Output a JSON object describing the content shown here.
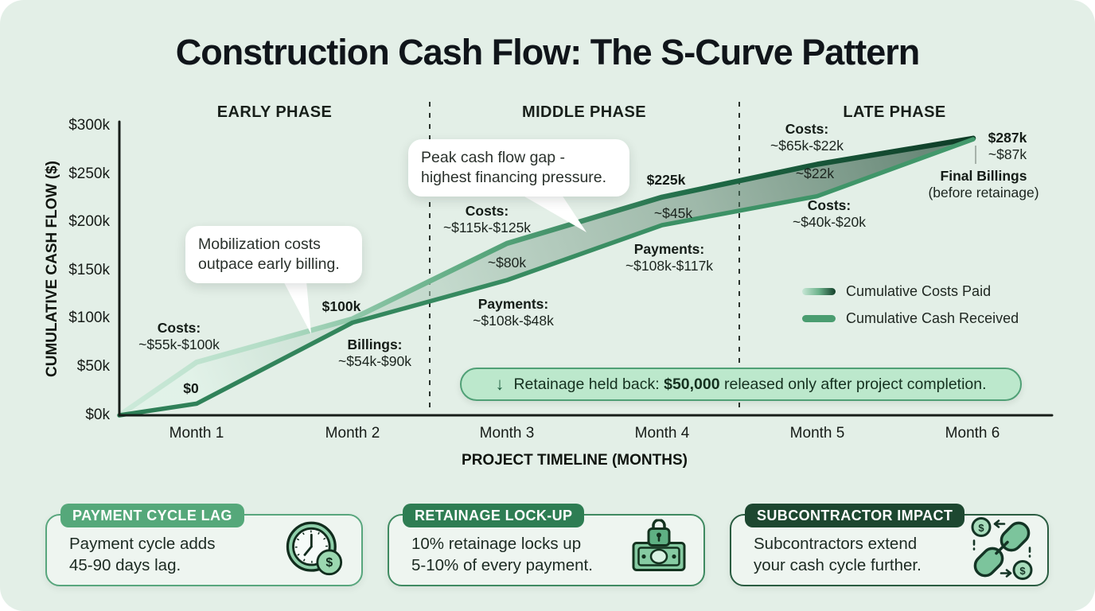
{
  "title": "Construction Cash Flow: The S-Curve Pattern",
  "chart": {
    "phases": [
      "EARLY PHASE",
      "MIDDLE PHASE",
      "LATE PHASE"
    ],
    "y_axis": {
      "label": "CUMULATIVE CASH FLOW ($)",
      "ticks": [
        "$300k",
        "$250k",
        "$200k",
        "$150k",
        "$100k",
        "$50k",
        "$0k"
      ]
    },
    "x_axis": {
      "label": "PROJECT TIMELINE (MONTHS)",
      "months": [
        "Month 1",
        "Month 2",
        "Month 3",
        "Month 4",
        "Month 5",
        "Month 6"
      ]
    },
    "legend": [
      {
        "label": "Cumulative Costs Paid"
      },
      {
        "label": "Cumulative Cash Received"
      }
    ],
    "callouts": [
      {
        "text": "Mobilization costs\noutpace early billing."
      },
      {
        "text": "Peak cash flow gap -\nhighest financing pressure."
      }
    ],
    "annotations": [
      {
        "b": "Costs:",
        "t": "~$55k-$100k"
      },
      {
        "b": "$0",
        "t": ""
      },
      {
        "b": "$100k",
        "t": ""
      },
      {
        "b": "Billings:",
        "t": "~$54k-$90k"
      },
      {
        "b": "Costs:",
        "t": "~$115k-$125k"
      },
      {
        "b": "",
        "t": "~$80k"
      },
      {
        "b": "Payments:",
        "t": "~$108k-$48k"
      },
      {
        "b": "$225k",
        "t": ""
      },
      {
        "b": "",
        "t": "~$45k"
      },
      {
        "b": "Payments:",
        "t": "~$108k-$117k"
      },
      {
        "b": "Costs:",
        "t": "~$65k-$22k"
      },
      {
        "b": "",
        "t": "~$22k"
      },
      {
        "b": "Costs:",
        "t": "~$40k-$20k"
      },
      {
        "b": "$287k",
        "t": "~$87k"
      },
      {
        "b": "Final Billings",
        "t": "(before retainage)"
      }
    ],
    "banner": {
      "arrow": "↓",
      "text": "Retainage held back: ",
      "amount": "$50,000",
      "suffix": " released only after project completion."
    }
  },
  "chart_data": {
    "type": "area",
    "title": "Construction Cash Flow: The S-Curve Pattern",
    "xlabel": "PROJECT TIMELINE (MONTHS)",
    "ylabel": "CUMULATIVE CASH FLOW ($)",
    "x": [
      0,
      1,
      2,
      3,
      4,
      5,
      6
    ],
    "x_tick_labels": [
      "Month 1",
      "Month 2",
      "Month 3",
      "Month 4",
      "Month 5",
      "Month 6"
    ],
    "ylim": [
      0,
      300
    ],
    "y_unit": "$k",
    "grid": false,
    "legend_position": "right",
    "series": [
      {
        "name": "Cumulative Costs Paid",
        "values_k": [
          0,
          55,
          100,
          178,
          226,
          260,
          287
        ]
      },
      {
        "name": "Cumulative Cash Received",
        "values_k": [
          0,
          12,
          96,
          140,
          197,
          227,
          286
        ]
      }
    ],
    "phases": [
      "EARLY PHASE",
      "MIDDLE PHASE",
      "LATE PHASE"
    ],
    "final_billings_k": 287,
    "retainage_note": "Retainage held back: $50,000 released only after project completion."
  },
  "cards": [
    {
      "badge": "PAYMENT CYCLE LAG",
      "text": "Payment cycle adds\n45-90 days lag.",
      "icon": "money-clock-icon"
    },
    {
      "badge": "RETAINAGE LOCK-UP",
      "text": "10% retainage locks up\n5-10% of every payment.",
      "icon": "money-lock-icon"
    },
    {
      "badge": "SUBCONTRACTOR IMPACT",
      "text": "Subcontractors extend\nyour cash cycle further.",
      "icon": "chain-dollar-icon"
    }
  ],
  "colors": {
    "background": "#e3efe7",
    "costs_line_start": "#cdeada",
    "costs_line_end": "#0e3b26",
    "cash_line": "#4a9d70",
    "banner_fill": "#bce8cc",
    "banner_border": "#50a076",
    "badge_1": "#55a87a",
    "badge_2": "#2e7d53",
    "badge_3": "#1d4730"
  }
}
